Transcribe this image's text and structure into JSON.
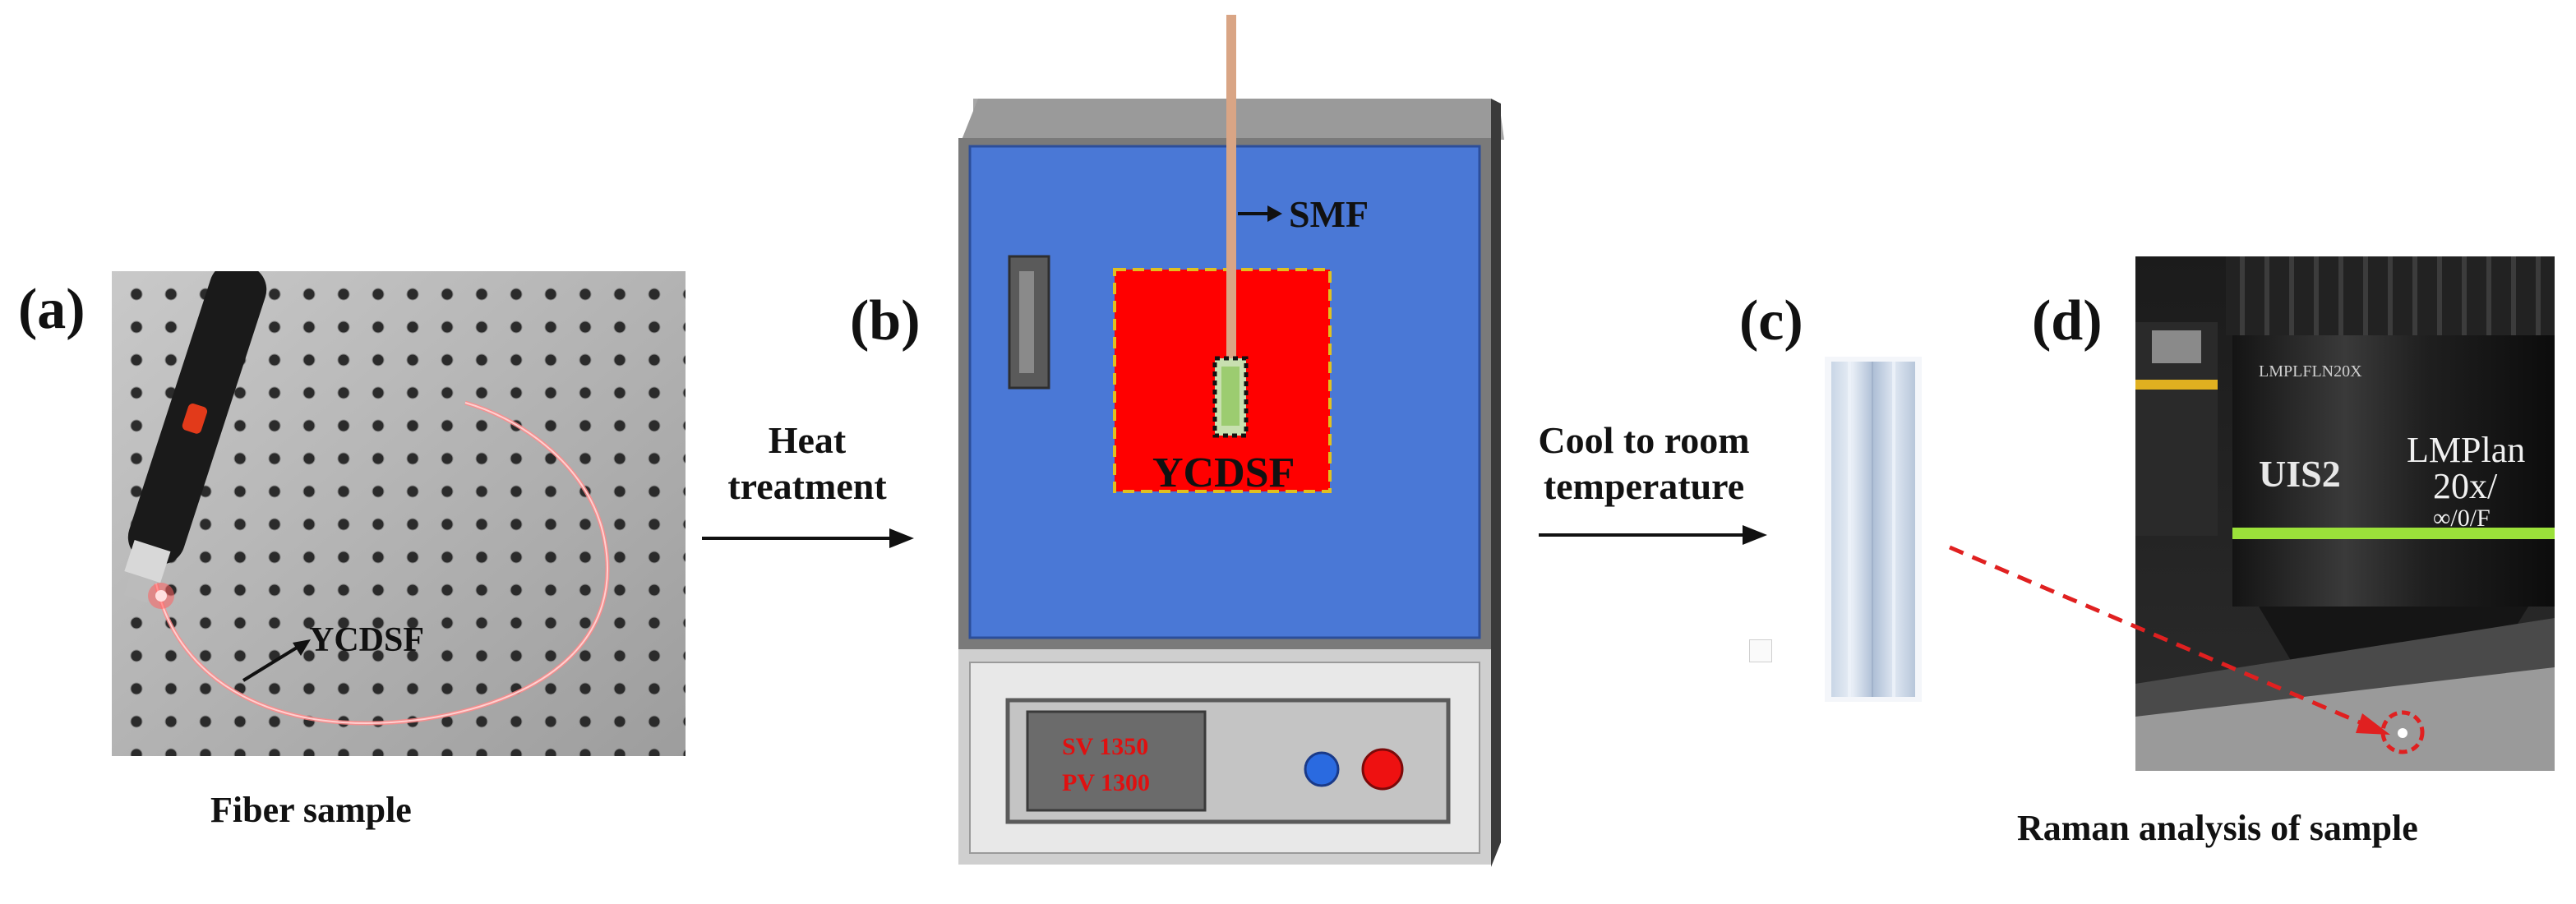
{
  "panels": {
    "a": {
      "letter": "(a)",
      "fiber_label": "YCDSF",
      "caption": "Fiber sample"
    },
    "step_ab": {
      "lines": [
        "Heat",
        "treatment"
      ]
    },
    "b": {
      "letter": "(b)",
      "smf_label": "SMF",
      "fiber_label": "YCDSF",
      "display": {
        "sv": "SV 1350",
        "pv": "PV 1300"
      },
      "colors": {
        "furnace_door": "#4a78d6",
        "hot_zone": "#ff0000",
        "display_text": "#e01010",
        "button_blue": "#2a6ae0",
        "button_red": "#ee1111"
      }
    },
    "step_bc": {
      "lines": [
        "Cool to room",
        "temperature"
      ]
    },
    "c": {
      "letter": "(c)"
    },
    "d": {
      "letter": "(d)",
      "lens_text": [
        "LMPlan",
        "20x/",
        "∞/0/F"
      ],
      "lens_brand": "UIS2",
      "lens_top_text": "LMPLFLN20X",
      "caption": "Raman analysis of sample",
      "colors": {
        "pointer": "#e02020",
        "lens_ring": "#9be13a"
      }
    }
  }
}
